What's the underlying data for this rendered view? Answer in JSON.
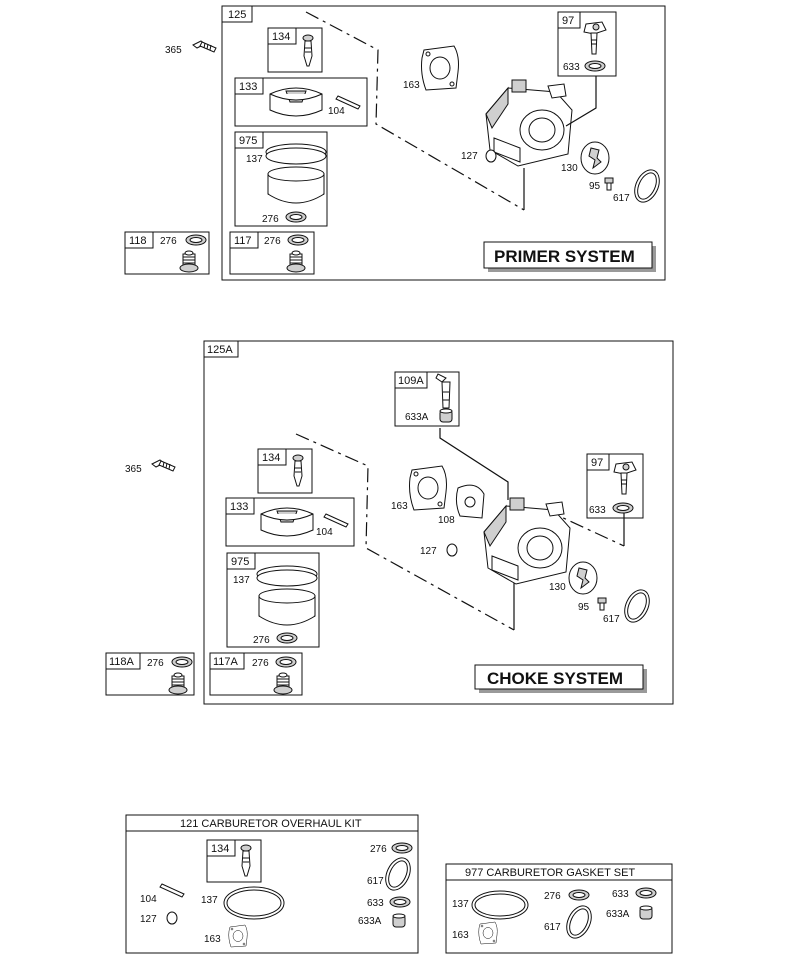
{
  "primer": {
    "box_label": "125",
    "title": "PRIMER SYSTEM",
    "labels": {
      "b134": "134",
      "b133": "133",
      "p104": "104",
      "b975": "975",
      "p137": "137",
      "p276": "276",
      "b97": "97",
      "p633": "633",
      "p163": "163",
      "p127": "127",
      "p130": "130",
      "p95": "95",
      "p617": "617"
    },
    "b118": "118",
    "b118_276": "276",
    "b117": "117",
    "b117_276": "276",
    "p365": "365"
  },
  "choke": {
    "box_label": "125A",
    "title": "CHOKE SYSTEM",
    "labels": {
      "b109a": "109A",
      "p633a": "633A",
      "b134": "134",
      "b133": "133",
      "p104": "104",
      "b975": "975",
      "p137": "137",
      "p276": "276",
      "b97": "97",
      "p633": "633",
      "p163": "163",
      "p108": "108",
      "p127": "127",
      "p130": "130",
      "p95": "95",
      "p617": "617"
    },
    "b118a": "118A",
    "b118a_276": "276",
    "b117a": "117A",
    "b117a_276": "276",
    "p365": "365"
  },
  "overhaul_kit": {
    "title": "121 CARBURETOR OVERHAUL KIT",
    "labels": {
      "b134": "134",
      "p104": "104",
      "p127": "127",
      "p137": "137",
      "p163": "163",
      "p276": "276",
      "p617": "617",
      "p633": "633",
      "p633a": "633A"
    }
  },
  "gasket_set": {
    "title": "977 CARBURETOR GASKET SET",
    "labels": {
      "p137": "137",
      "p163": "163",
      "p276": "276",
      "p617": "617",
      "p633": "633",
      "p633a": "633A"
    }
  }
}
